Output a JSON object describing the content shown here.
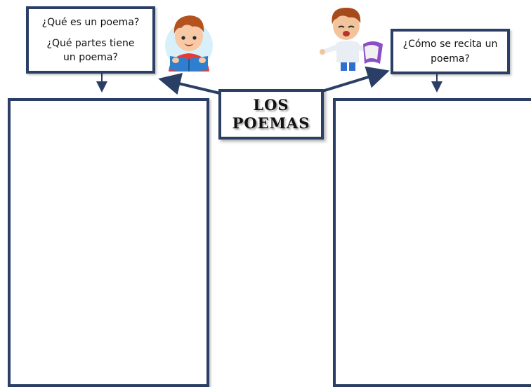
{
  "title": {
    "line1": "LOS",
    "line2": "POEMAS"
  },
  "left_question_box": {
    "question1": "¿Qué es un poema?",
    "question2_line1": "¿Qué partes tiene",
    "question2_line2": "un poema?"
  },
  "right_question_box": {
    "line1": "¿Cómo se recita un",
    "line2": "poema?"
  },
  "colors": {
    "border": "#2b3f66",
    "text": "#111111"
  },
  "illustrations": {
    "left": "boy-reading-book-icon",
    "right": "boy-reciting-poem-icon"
  }
}
